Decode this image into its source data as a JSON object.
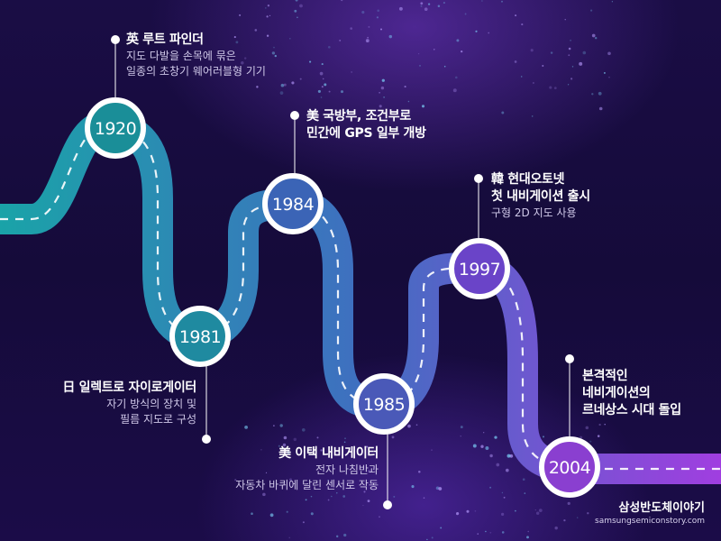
{
  "colors": {
    "background": "#170b3e",
    "road_start": "#1aa3a8",
    "road_mid": "#3f6fc0",
    "road_end": "#a03ee0",
    "dash": "#ffffff"
  },
  "milestones": [
    {
      "year": "1920",
      "title": "英 루트 파인더",
      "desc": [
        "지도 다발을 손목에 묶은",
        "일종의 초창기 웨어러블형 기기"
      ]
    },
    {
      "year": "1981",
      "title": "日 일렉트로 자이로게이터",
      "desc": [
        "자기 방식의 장치 및",
        "필름 지도로 구성"
      ]
    },
    {
      "year": "1984",
      "title": [
        "美 국방부, 조건부로",
        "민간에 GPS 일부 개방"
      ],
      "desc": []
    },
    {
      "year": "1985",
      "title": "美 이택 내비게이터",
      "desc": [
        "전자 나침반과",
        "자동차 바퀴에 달린 센서로 작동"
      ]
    },
    {
      "year": "1997",
      "title": [
        "韓 현대오토넷",
        "첫 내비게이션 출시"
      ],
      "desc": [
        "구형 2D 지도 사용"
      ]
    },
    {
      "year": "2004",
      "title": [
        "본격적인",
        "네비게이션의",
        "르네상스 시대 돌입"
      ],
      "desc": []
    }
  ],
  "brand": {
    "name": "삼성반도체이야기",
    "url": "samsungsemiconstory.com"
  }
}
